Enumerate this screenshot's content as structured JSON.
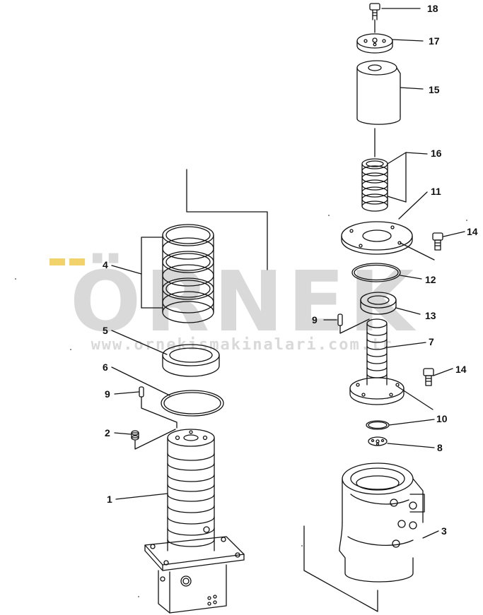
{
  "watermark": {
    "brand": "ÖRNEK",
    "site": "www.ornekismakinalari.com.tr",
    "color": "#d9d9d9",
    "accent": "#f2d36b"
  },
  "callouts": [
    {
      "id": "18",
      "label": "18"
    },
    {
      "id": "17",
      "label": "17"
    },
    {
      "id": "15",
      "label": "15"
    },
    {
      "id": "16",
      "label": "16"
    },
    {
      "id": "11",
      "label": "11"
    },
    {
      "id": "14a",
      "label": "14"
    },
    {
      "id": "12",
      "label": "12"
    },
    {
      "id": "13",
      "label": "13"
    },
    {
      "id": "9a",
      "label": "9"
    },
    {
      "id": "7",
      "label": "7"
    },
    {
      "id": "14b",
      "label": "14"
    },
    {
      "id": "10",
      "label": "10"
    },
    {
      "id": "8",
      "label": "8"
    },
    {
      "id": "3",
      "label": "3"
    },
    {
      "id": "4",
      "label": "4"
    },
    {
      "id": "5",
      "label": "5"
    },
    {
      "id": "6",
      "label": "6"
    },
    {
      "id": "9b",
      "label": "9"
    },
    {
      "id": "2",
      "label": "2"
    },
    {
      "id": "1",
      "label": "1"
    }
  ]
}
